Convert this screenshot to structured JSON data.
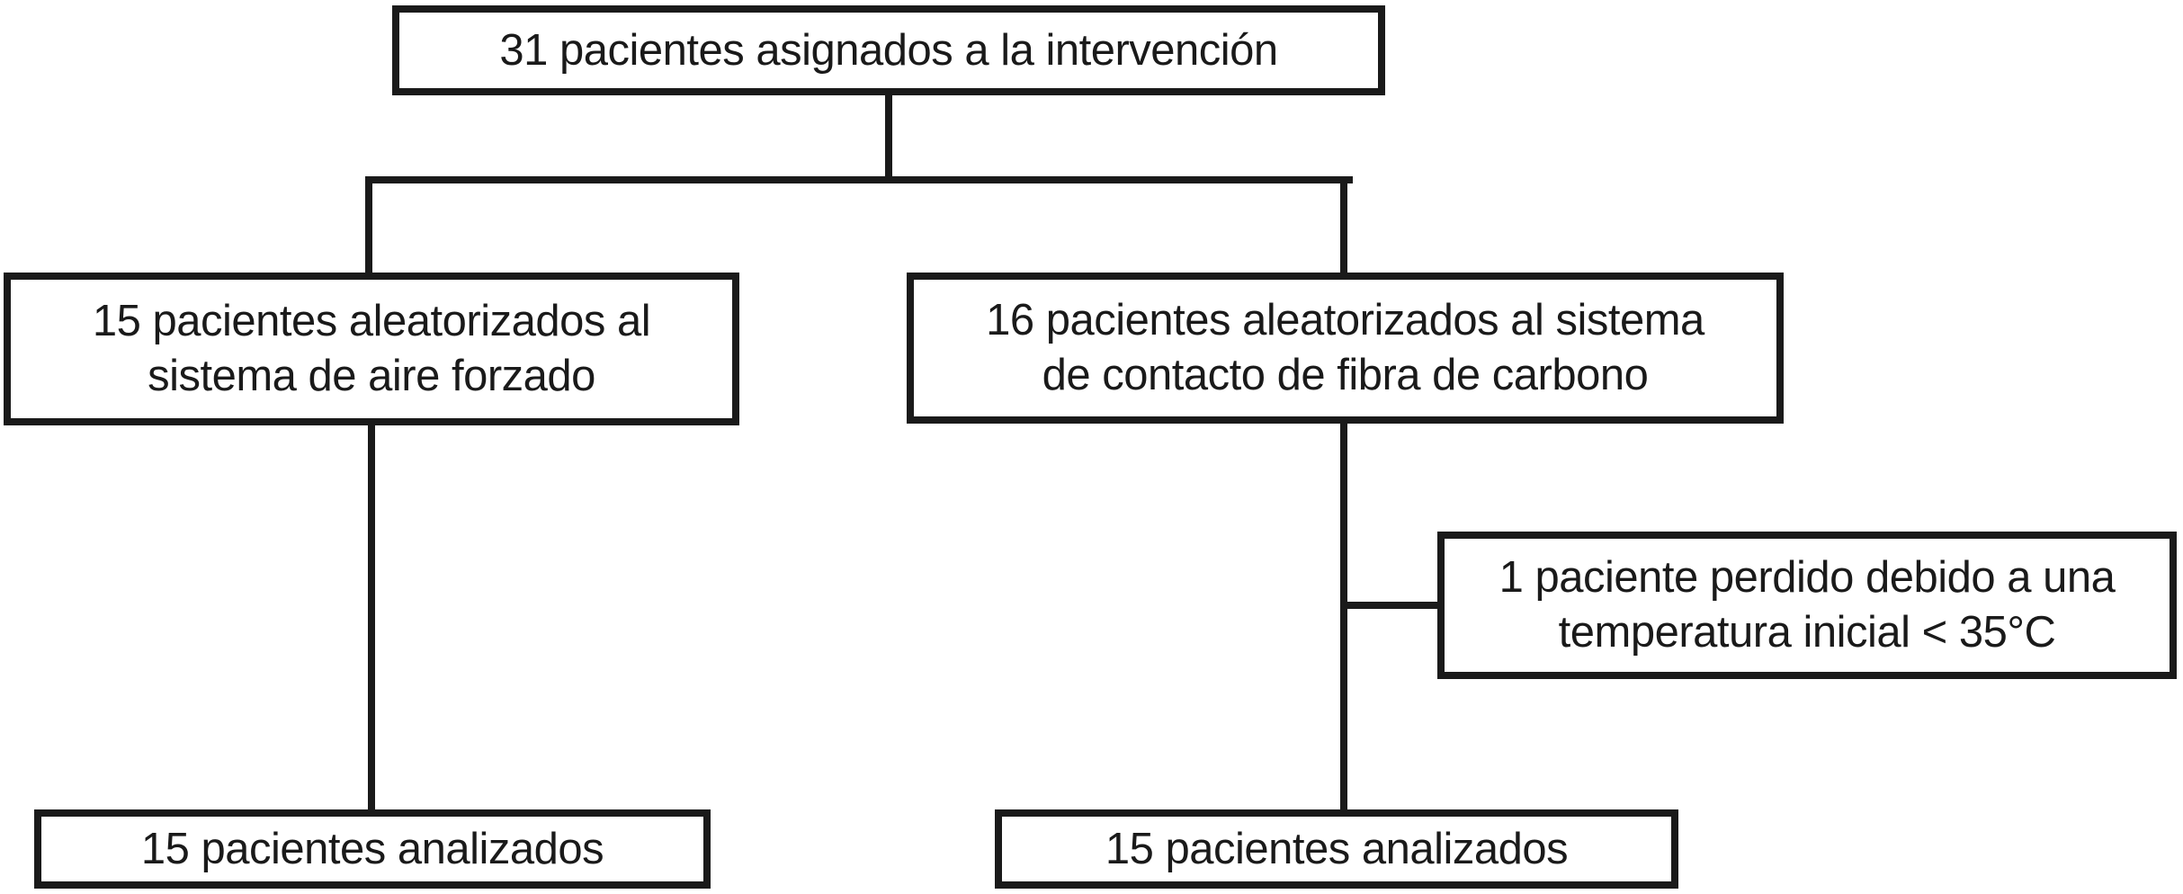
{
  "diagram": {
    "background_color": "#ffffff",
    "line_color": "#1a1a1a",
    "nodes": {
      "assigned": {
        "lines": [
          "31 pacientes asignados a la intervención"
        ]
      },
      "forced_air": {
        "lines": [
          "15 pacientes aleatorizados al",
          "sistema de aire forzado"
        ]
      },
      "carbon_fiber": {
        "lines": [
          "16 pacientes aleatorizados al sistema",
          "de contacto de fibra de carbono"
        ]
      },
      "lost_patient": {
        "lines": [
          "1 paciente perdido debido a una",
          "temperatura inicial < 35°C"
        ]
      },
      "analyzed_left": {
        "lines": [
          "15 pacientes analizados"
        ]
      },
      "analyzed_right": {
        "lines": [
          "15 pacientes analizados"
        ]
      }
    }
  }
}
